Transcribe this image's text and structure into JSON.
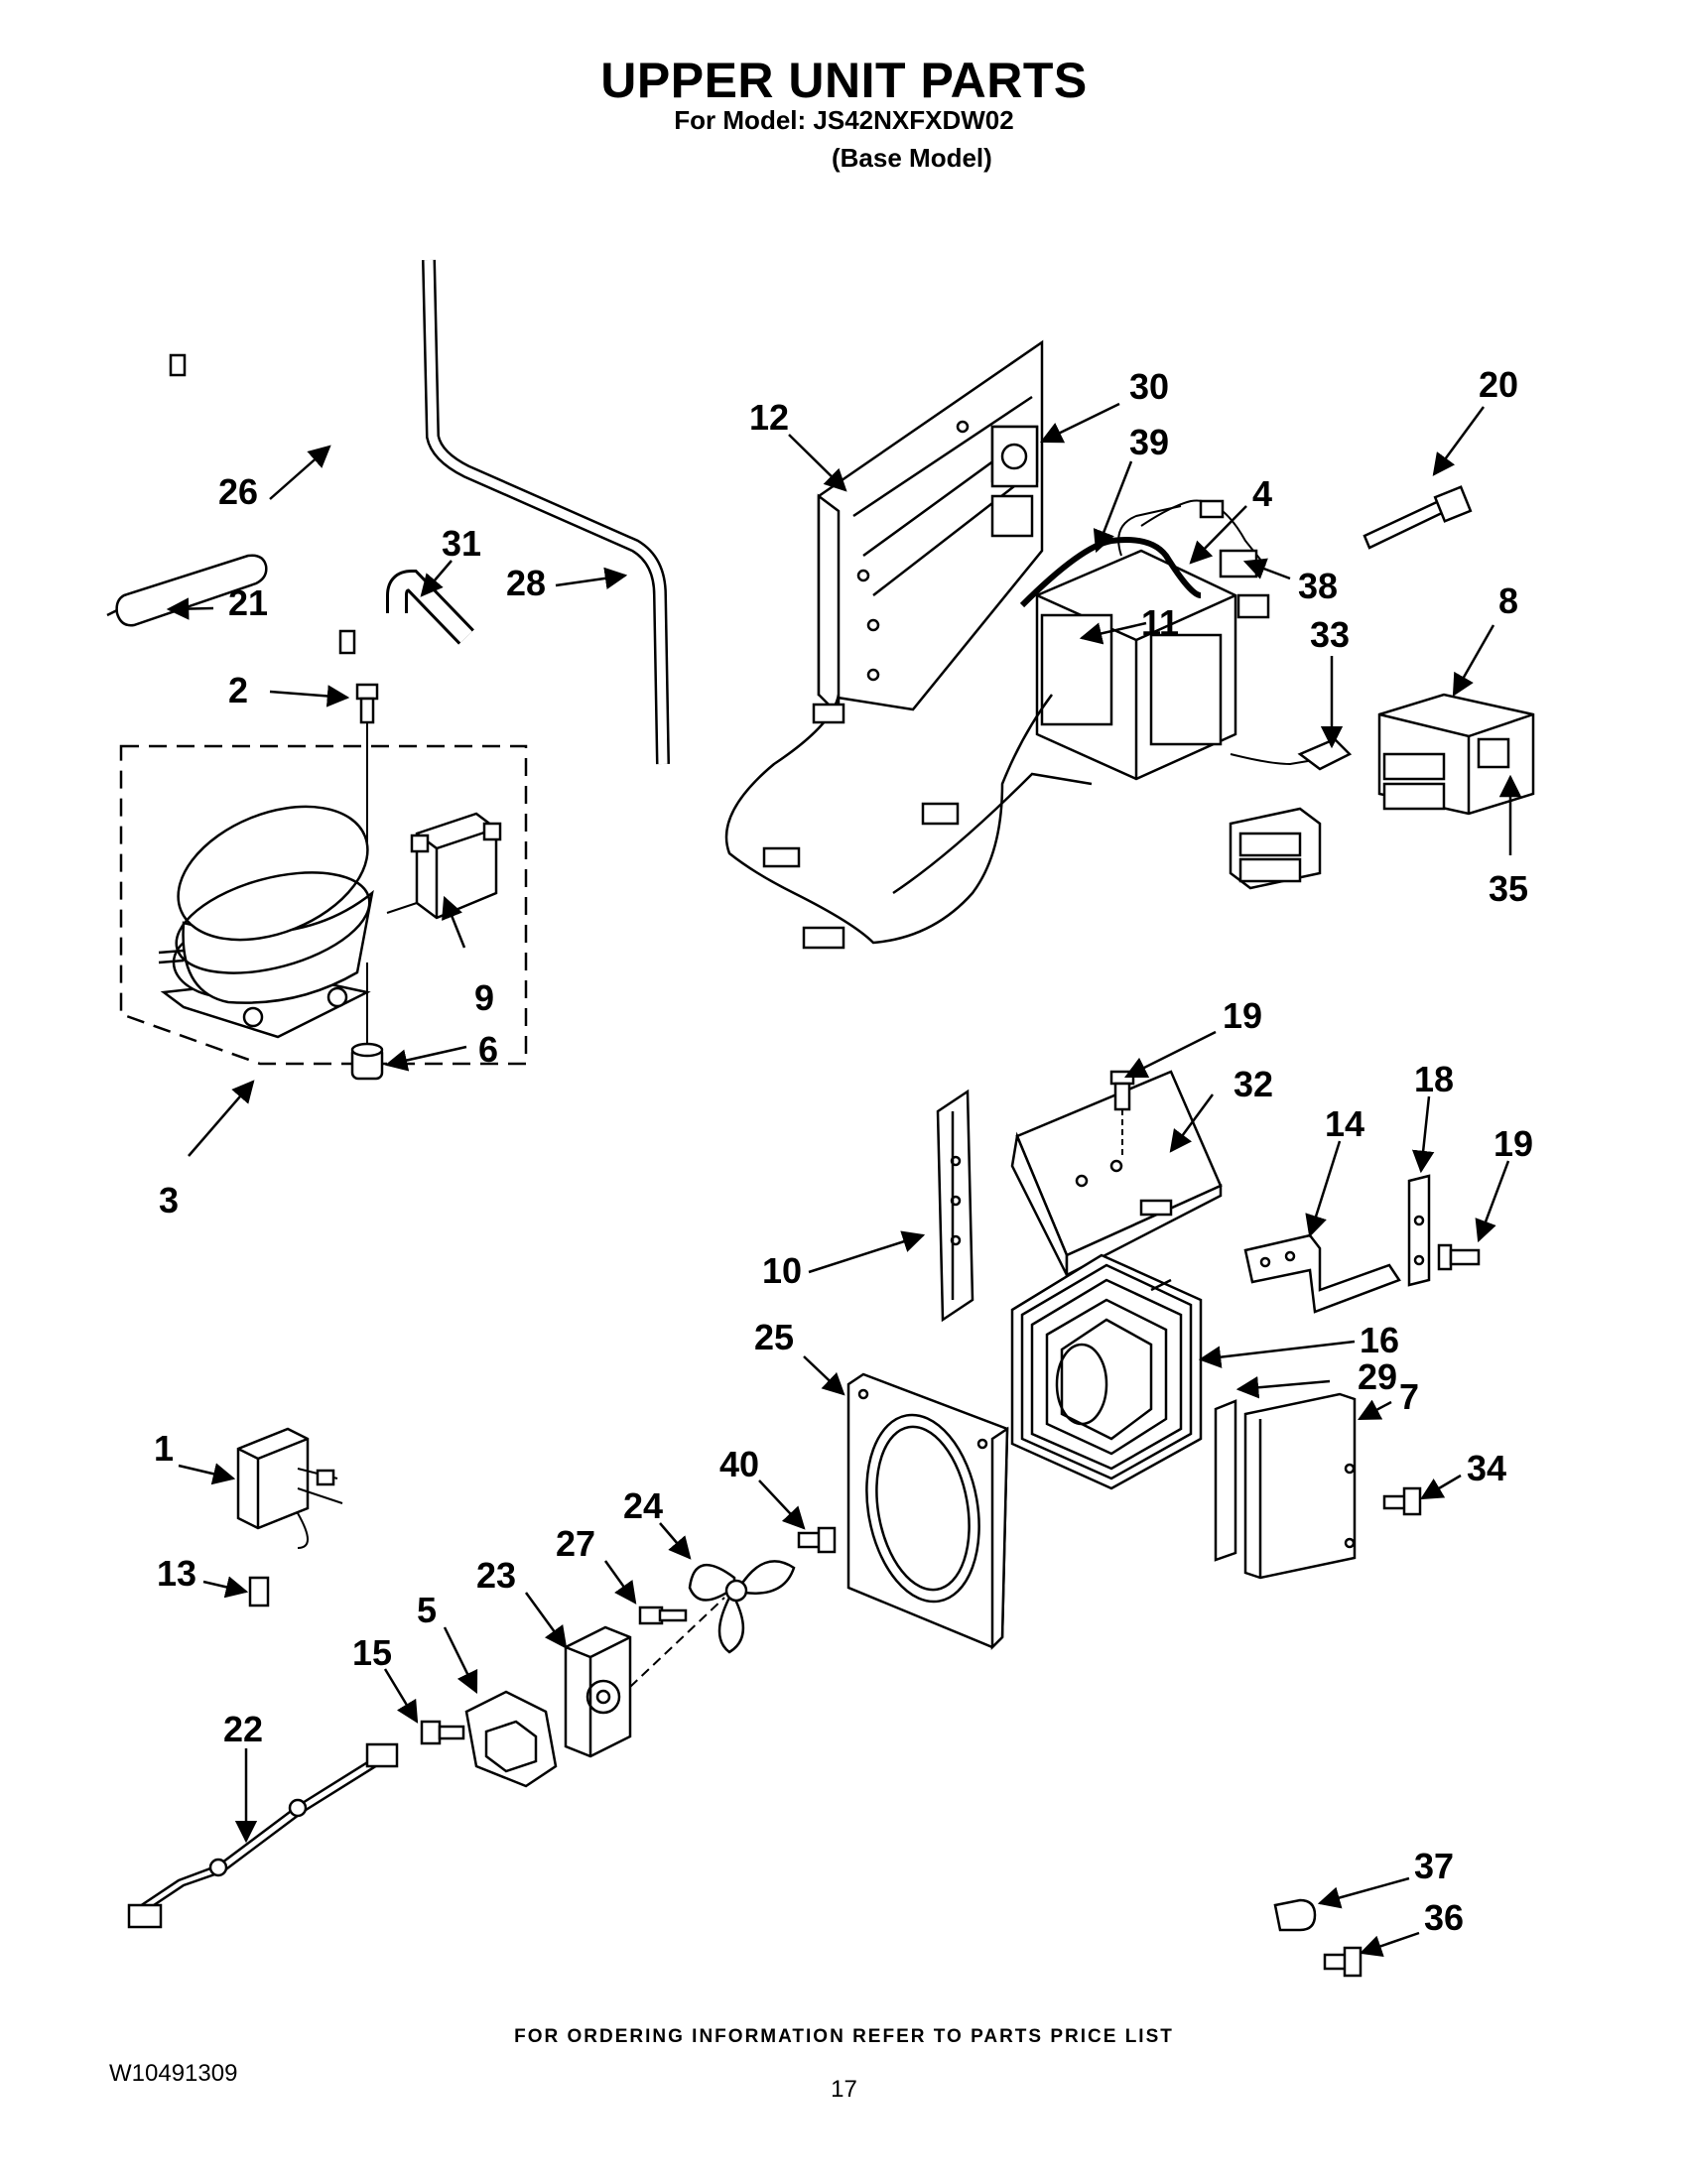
{
  "header": {
    "title": "UPPER UNIT PARTS",
    "model_line": "For Model: JS42NXFXDW02",
    "base_model": "(Base Model)"
  },
  "footer": {
    "ordering_note": "FOR ORDERING INFORMATION REFER TO PARTS PRICE LIST",
    "document_id": "W10491309",
    "page_number": "17"
  },
  "callouts": {
    "c1": "1",
    "c2": "2",
    "c3": "3",
    "c4": "4",
    "c5": "5",
    "c6": "6",
    "c7": "7",
    "c8": "8",
    "c9": "9",
    "c10": "10",
    "c11": "11",
    "c12": "12",
    "c13": "13",
    "c14": "14",
    "c15": "15",
    "c16": "16",
    "c18": "18",
    "c19a": "19",
    "c19b": "19",
    "c20": "20",
    "c21": "21",
    "c22": "22",
    "c23": "23",
    "c24": "24",
    "c25": "25",
    "c26": "26",
    "c27": "27",
    "c28": "28",
    "c29": "29",
    "c30": "30",
    "c31": "31",
    "c32": "32",
    "c33": "33",
    "c34": "34",
    "c35": "35",
    "c36": "36",
    "c37": "37",
    "c38": "38",
    "c39": "39",
    "c40": "40"
  }
}
